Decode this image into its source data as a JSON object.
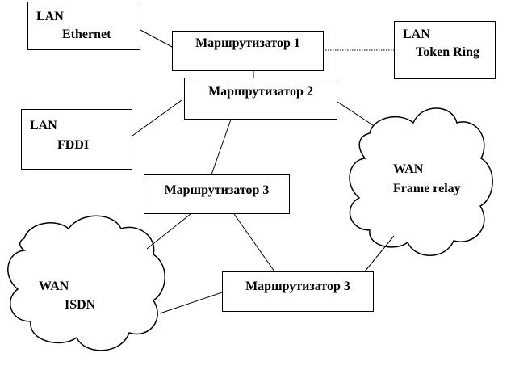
{
  "nodes": {
    "lan_ethernet": {
      "line1": "LAN",
      "line2": "Ethernet"
    },
    "lan_token_ring": {
      "line1": "LAN",
      "line2": "Token Ring"
    },
    "lan_fddi": {
      "line1": "LAN",
      "line2": "FDDI"
    },
    "router1": {
      "label": "Маршрутизатор 1"
    },
    "router2": {
      "label": "Маршрутизатор 2"
    },
    "router3_upper": {
      "label": "Маршрутизатор 3"
    },
    "router3_lower": {
      "label": "Маршрутизатор 3"
    },
    "wan_frame_relay": {
      "line1": "WAN",
      "line2": "Frame relay"
    },
    "wan_isdn": {
      "line1": "WAN",
      "line2": "ISDN"
    }
  },
  "colors": {
    "line": "#000000",
    "box_border": "#000000",
    "background": "#ffffff"
  }
}
